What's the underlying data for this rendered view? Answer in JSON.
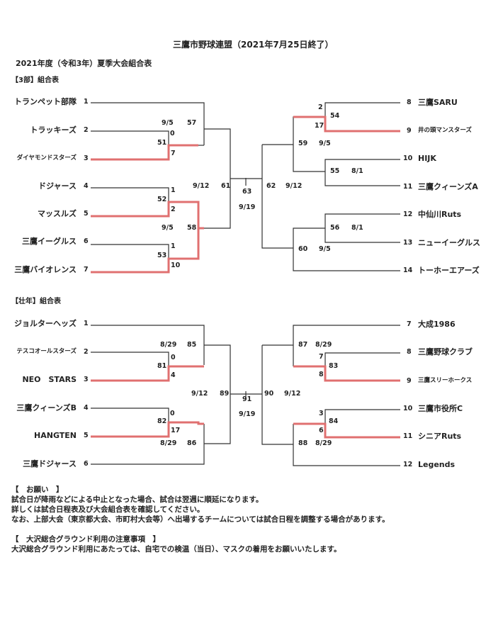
{
  "header": {
    "title": "三鷹市野球連盟（2021年7月25日終了）",
    "subtitle": "2021年度（令和3年）夏季大会組合表"
  },
  "colors": {
    "line": "#333333",
    "winner": "#e07070",
    "text": "#222222"
  },
  "div3": {
    "heading": "【3部】組合表",
    "left_teams": [
      {
        "seed": "1",
        "name": "トランペット部隊"
      },
      {
        "seed": "2",
        "name": "トラッキーズ"
      },
      {
        "seed": "3",
        "name": "ダイヤモンドスターズ"
      },
      {
        "seed": "4",
        "name": "ドジャース"
      },
      {
        "seed": "5",
        "name": "マッスルズ"
      },
      {
        "seed": "6",
        "name": "三鷹イーグルス"
      },
      {
        "seed": "7",
        "name": "三鷹バイオレンス"
      }
    ],
    "right_teams": [
      {
        "seed": "8",
        "name": "三鷹SARU"
      },
      {
        "seed": "9",
        "name": "井の頭マンスターズ"
      },
      {
        "seed": "10",
        "name": "HIJK"
      },
      {
        "seed": "11",
        "name": "三鷹クィーンズA"
      },
      {
        "seed": "12",
        "name": "中仙川Ruts"
      },
      {
        "seed": "13",
        "name": "ニューイーグルス"
      },
      {
        "seed": "14",
        "name": "トーホーエアーズ"
      }
    ],
    "games": {
      "g51": "51",
      "g52": "52",
      "g53": "53",
      "g57": "57",
      "g58": "58",
      "g61": "61",
      "g54": "54",
      "g55": "55",
      "g56": "56",
      "g59": "59",
      "g60": "60",
      "g62": "62",
      "g63": "63"
    },
    "dates": {
      "g57": "9/5",
      "g58": "9/5",
      "g61": "9/12",
      "g63": "9/19",
      "g59": "9/5",
      "g55": "8/1",
      "g56": "8/1",
      "g62": "9/12",
      "g60": "9/5"
    },
    "scores": {
      "g51_top": "0",
      "g51_bot": "7",
      "g52_top": "1",
      "g52_bot": "2",
      "g53_top": "1",
      "g53_bot": "10",
      "g54_top": "2",
      "g54_bot": "17"
    }
  },
  "senior": {
    "heading": "【壮年】組合表",
    "left_teams": [
      {
        "seed": "1",
        "name": "ジョルターヘッズ"
      },
      {
        "seed": "2",
        "name": "テスコオールスターズ"
      },
      {
        "seed": "3",
        "name": "NEO　STARS"
      },
      {
        "seed": "4",
        "name": "三鷹クィーンズB"
      },
      {
        "seed": "5",
        "name": "HANGTEN"
      },
      {
        "seed": "6",
        "name": "三鷹ドジャース"
      }
    ],
    "right_teams": [
      {
        "seed": "7",
        "name": "大成1986"
      },
      {
        "seed": "8",
        "name": "三鷹野球クラブ"
      },
      {
        "seed": "9",
        "name": "三鷹スリーホークス"
      },
      {
        "seed": "10",
        "name": "三鷹市役所C"
      },
      {
        "seed": "11",
        "name": "シニアRuts"
      },
      {
        "seed": "12",
        "name": "Legends"
      }
    ],
    "games": {
      "g81": "81",
      "g82": "82",
      "g85": "85",
      "g86": "86",
      "g89": "89",
      "g83": "83",
      "g84": "84",
      "g87": "87",
      "g88": "88",
      "g90": "90",
      "g91": "91"
    },
    "dates": {
      "g85": "8/29",
      "g86": "8/29",
      "g89": "9/12",
      "g91": "9/19",
      "g87": "8/29",
      "g88": "8/29",
      "g90": "9/12"
    },
    "scores": {
      "g81_top": "0",
      "g81_bot": "4",
      "g82_top": "0",
      "g82_bot": "17",
      "g83_top": "7",
      "g83_bot": "8",
      "g84_top": "3",
      "g84_bot": "6"
    }
  },
  "notes": {
    "request_heading": "【　お願い　】",
    "request_lines": [
      "試合日が降雨などによる中止となった場合、試合は翌週に順延になります。",
      "詳しくは試合日程表及び大会組合表を確認してください。",
      "なお、上部大会（東京都大会、市町村大会等）へ出場するチームについては試合日程を調整する場合があります。"
    ],
    "ground_heading": "【　大沢総合グラウンド利用の注意事項　】",
    "ground_lines": [
      "大沢総合グラウンド利用にあたっては、自宅での検温（当日）、マスクの着用をお願いいたします。"
    ]
  }
}
